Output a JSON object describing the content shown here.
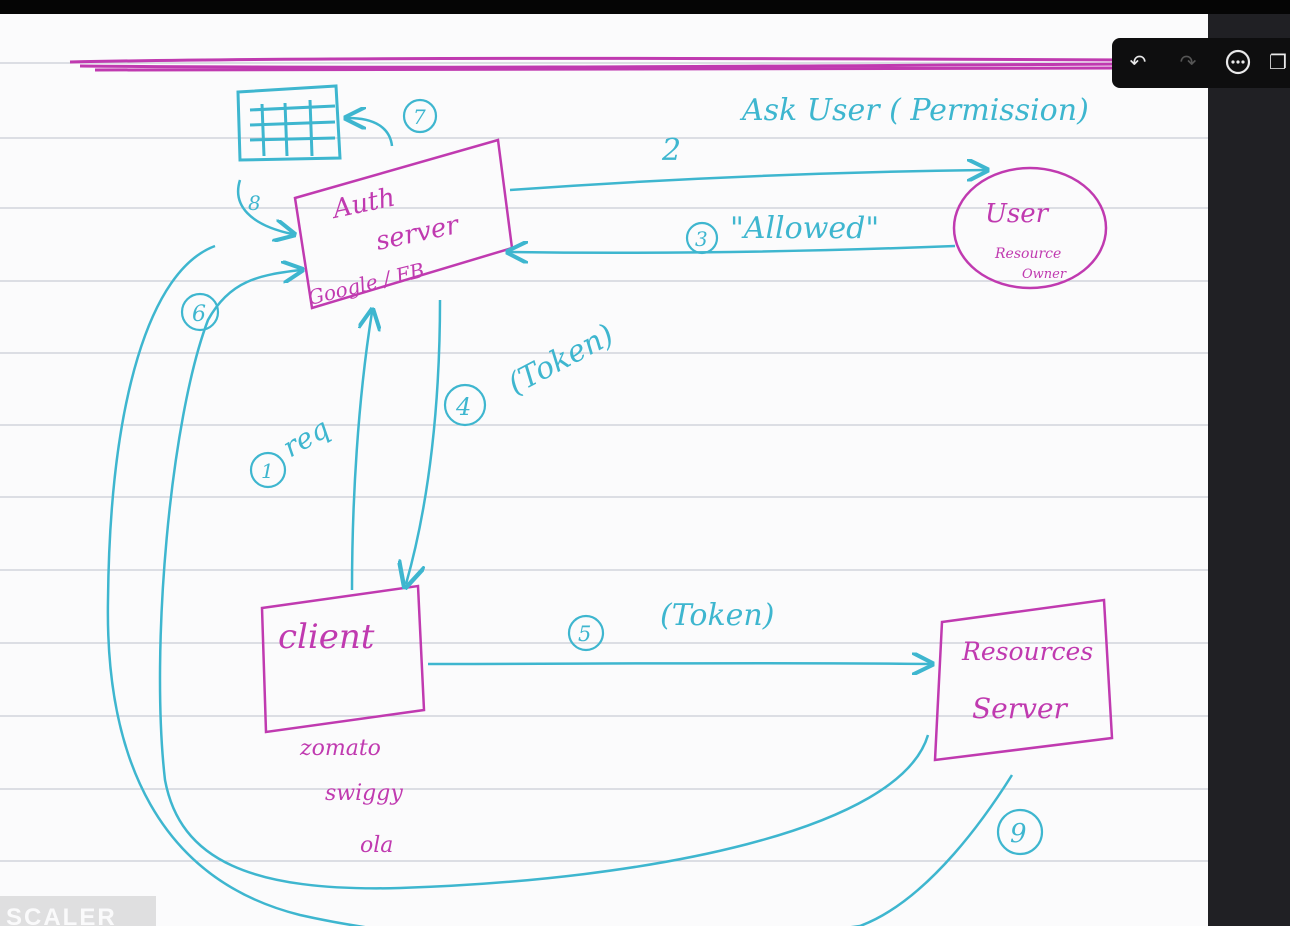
{
  "toolbar": {
    "undo_icon": "↶",
    "redo_icon": "↷",
    "more_icon": "⋯",
    "copy_icon": "❐"
  },
  "colors": {
    "pink": "#c03ab0",
    "blue": "#3eb6cf"
  },
  "nodes": {
    "db": "",
    "auth_server_line1": "Auth",
    "auth_server_line2": "server",
    "auth_server_line3": "Google / FB",
    "user_line1": "User",
    "user_line2": "Resource",
    "user_line3": "Owner",
    "client": "client",
    "client_examples": [
      "zomato",
      "swiggy",
      "ola"
    ],
    "resource_server_line1": "Resources",
    "resource_server_line2": "Server"
  },
  "edges": {
    "step1_num": "1",
    "step1_label": "req",
    "step2_num": "2",
    "step2_label": "Ask User ( Permission)",
    "step3_num": "3",
    "step3_label": "\"Allowed\"",
    "step4_num": "4",
    "step4_label": "(Token)",
    "step5_num": "5",
    "step5_label": "(Token)",
    "step6_num": "6",
    "step7_num": "7",
    "step8_num": "8",
    "step9_num": "9"
  },
  "watermark": "SCALER"
}
